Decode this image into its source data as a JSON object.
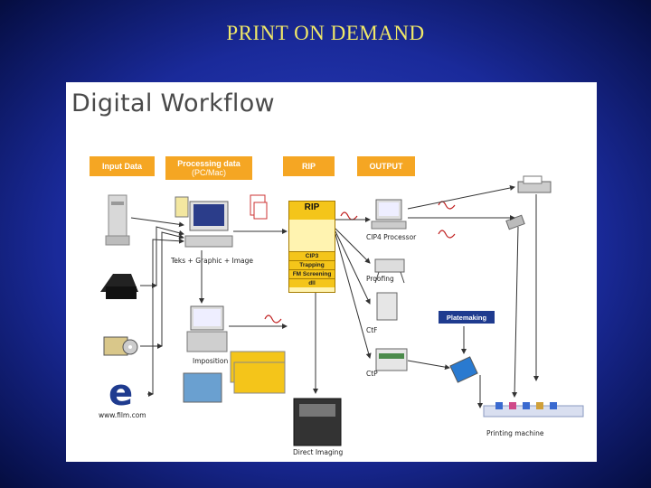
{
  "slide_title": "PRINT  ON  DEMAND",
  "diagram": {
    "title": "Digital  Workflow",
    "headers": {
      "input": "Input Data",
      "processing": "Processing data",
      "processing_sub": "(PC/Mac)",
      "rip": "RIP",
      "output": "OUTPUT"
    },
    "rip_box": {
      "label": "RIP",
      "steps": [
        "CIP3",
        "Trapping",
        "FM Screening",
        "dll"
      ]
    },
    "labels": {
      "teks": "Teks + Graphic + Image",
      "cip4": "CIP4 Processor",
      "proofing": "Proofing",
      "ctf": "CtF",
      "ctp": "CtP",
      "imposition": "Imposition",
      "direct_imaging": "Direct Imaging",
      "url": "www.film.com",
      "printing_machine": "Printing machine",
      "e_logo": "e"
    },
    "platemaking": "Platemaking"
  },
  "colors": {
    "header_orange": "#f5a623",
    "rip_yellow": "#f4c51a",
    "platemaking_blue": "#1f3b8f",
    "title_yellow": "#f0e868"
  }
}
